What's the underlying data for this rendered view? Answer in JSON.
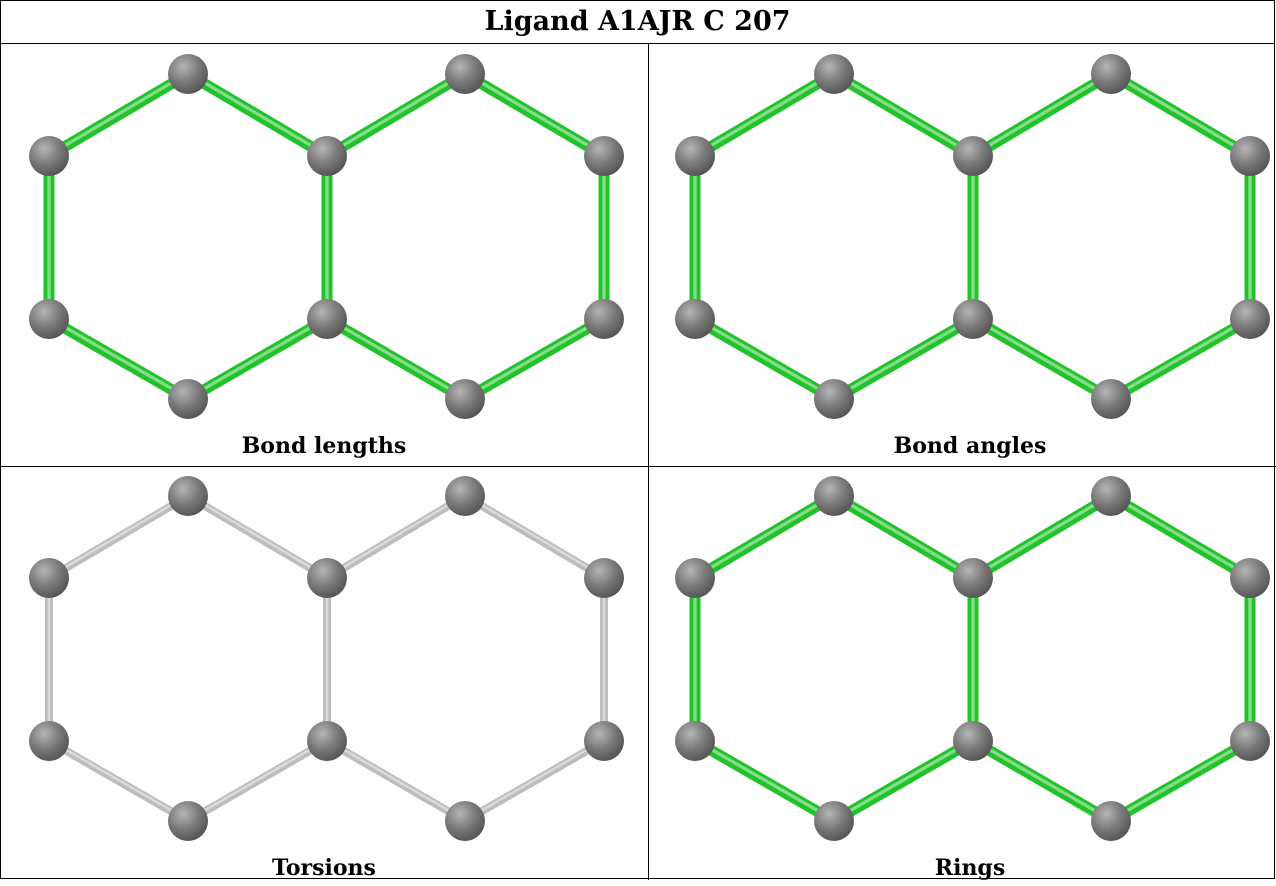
{
  "title": "Ligand A1AJR C 207",
  "colors": {
    "bond_green": "#22c22a",
    "bond_gray": "#bdbdbd",
    "atom": "#7a7a7a",
    "atom_highlight": "#b5b5b5"
  },
  "panels": [
    {
      "caption": "Bond lengths",
      "bond_style": "green"
    },
    {
      "caption": "Bond angles",
      "bond_style": "green"
    },
    {
      "caption": "Torsions",
      "bond_style": "gray"
    },
    {
      "caption": "Rings",
      "bond_style": "green"
    }
  ]
}
